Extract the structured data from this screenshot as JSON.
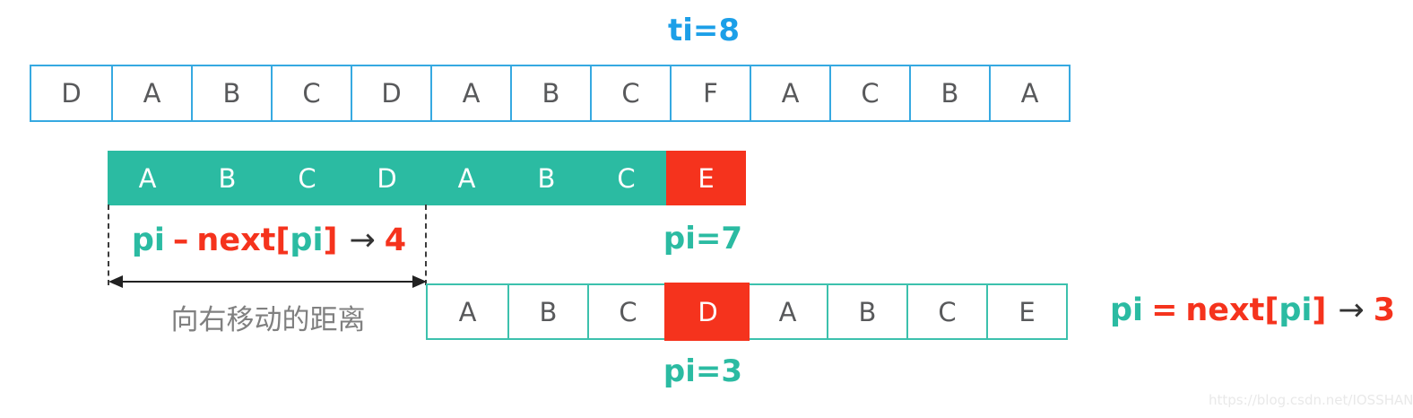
{
  "diagram": {
    "ti_label": "ti=8",
    "pi7_label": "pi=7",
    "pi3_label": "pi=3",
    "shift_caption": "向右移动的距离",
    "watermark": "https://blog.csdn.net/IOSSHAN",
    "text_row": {
      "cells": [
        "D",
        "A",
        "B",
        "C",
        "D",
        "A",
        "B",
        "C",
        "F",
        "A",
        "C",
        "B",
        "A"
      ]
    },
    "pattern_before": {
      "cells": [
        "A",
        "B",
        "C",
        "D",
        "A",
        "B",
        "C",
        "E"
      ],
      "highlight_index": 7
    },
    "pattern_after": {
      "cells": [
        "A",
        "B",
        "C",
        "D",
        "A",
        "B",
        "C",
        "E"
      ],
      "highlight_index": 3
    },
    "expr_shift": {
      "pi1": "pi",
      "op": "–",
      "func": "next[",
      "pi2": "pi",
      "bracket": "]",
      "arrow": "→",
      "value": "4"
    },
    "expr_assign": {
      "pi1": "pi",
      "op": "=",
      "func": "next[",
      "pi2": "pi",
      "bracket": "]",
      "arrow": "→",
      "value": "3"
    },
    "colors": {
      "blue_text": "#1C9FE8",
      "blue_border": "#36A9E1",
      "teal": "#2BBBA2",
      "teal_border": "#3CC1AD",
      "red": "#F5331D",
      "letter_gray": "#58595B",
      "caption_gray": "#808080",
      "arrow_dark": "#333333",
      "watermark_gray": "#E9E9E9"
    }
  }
}
